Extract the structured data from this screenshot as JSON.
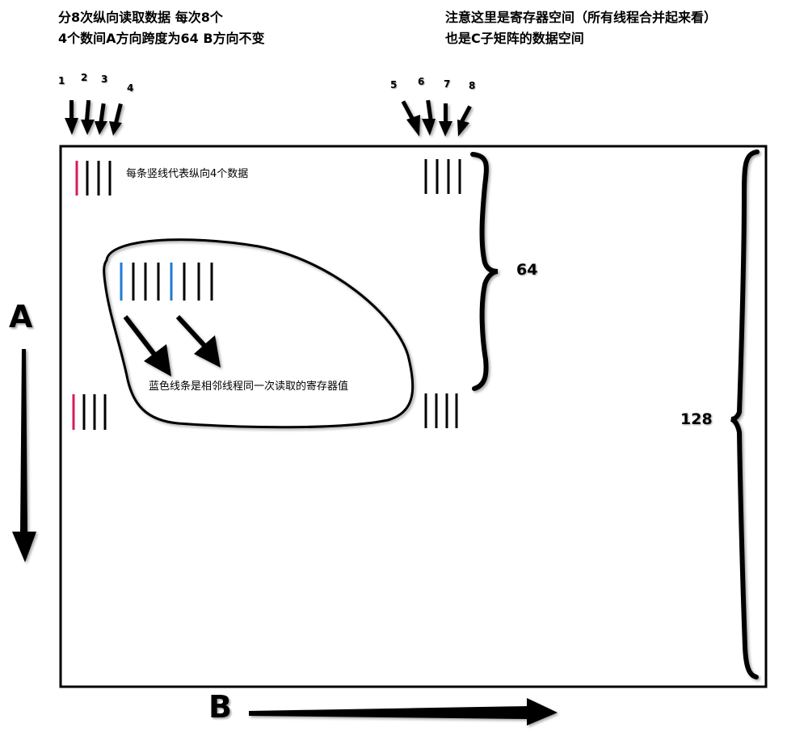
{
  "header": {
    "line1": "分8次纵向读取数据 每次8个",
    "line2": "4个数间A方向跨度为64 B方向不变"
  },
  "note_right": {
    "line1": "注意这里是寄存器空间（所有线程合并起来看）",
    "line2": "也是C子矩阵的数据空间"
  },
  "read_numbers": [
    "1",
    "2",
    "3",
    "4",
    "5",
    "6",
    "7",
    "8"
  ],
  "labels": {
    "vertical_line_note": "每条竖线代表纵向4个数据",
    "blue_line_note": "蓝色线条是相邻线程同一次读取的寄存器值",
    "span_64": "64",
    "span_128": "128",
    "axis_a": "A",
    "axis_b": "B"
  },
  "colors": {
    "black": "#000000",
    "highlight_red": "#d81b5a",
    "highlight_blue": "#1e7ad6"
  }
}
